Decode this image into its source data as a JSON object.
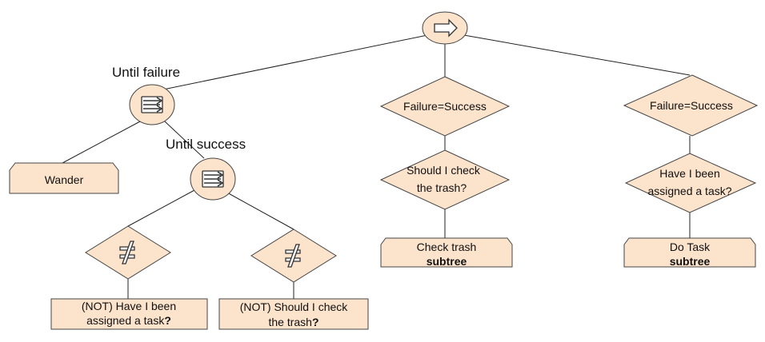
{
  "diagram": {
    "root": {
      "icon": "sequence-arrow-icon"
    },
    "branch_left": {
      "repeater_label": "Until failure",
      "repeater_icon": "repeat-arrows-icon",
      "wander": "Wander",
      "inner_repeater_label": "Until success",
      "inner_repeater_icon": "repeat-arrows-icon",
      "inverter_icon": "not-equal-icon",
      "cond1": {
        "line1": "(NOT) Have I been",
        "line2": "assigned a task",
        "mark": "?"
      },
      "cond2": {
        "line1": "(NOT) Should I check",
        "line2": "the trash",
        "mark": "?"
      }
    },
    "branch_mid": {
      "decorator": "Failure=Success",
      "condition": {
        "line1": "Should I check",
        "line2": "the trash?"
      },
      "action": {
        "line1": "Check trash",
        "line2": "subtree"
      }
    },
    "branch_right": {
      "decorator": "Failure=Success",
      "condition": {
        "line1": "Have I been",
        "line2": "assigned a task?"
      },
      "action": {
        "line1": "Do Task",
        "line2": "subtree"
      }
    }
  }
}
